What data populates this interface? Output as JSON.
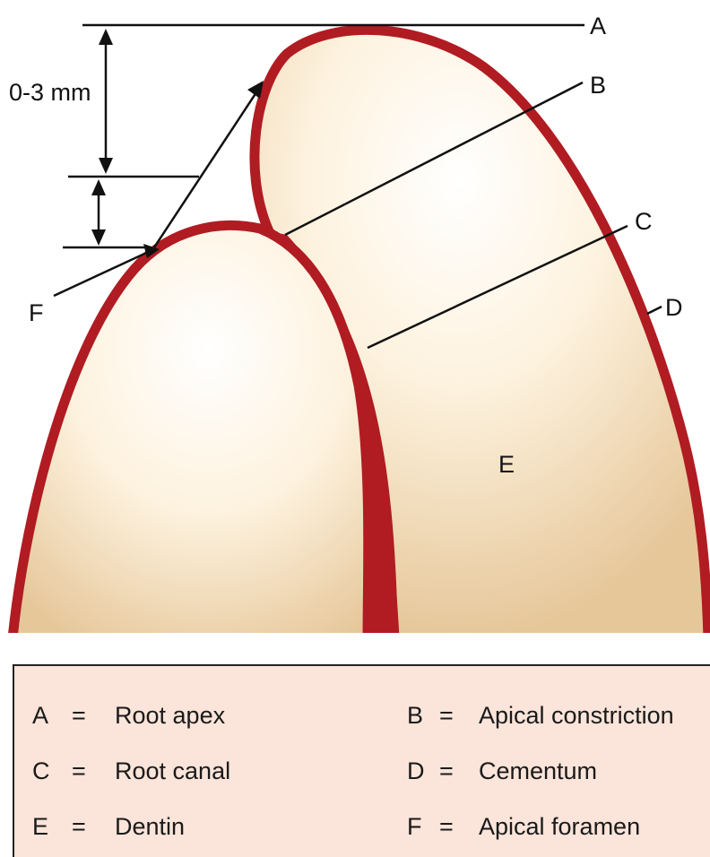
{
  "diagram": {
    "dimension_label": "0-3 mm",
    "markers": {
      "A": "A",
      "B": "B",
      "C": "C",
      "D": "D",
      "E": "E",
      "F": "F"
    },
    "colors": {
      "outline": "#b01c22",
      "tissue_light": "#fffbf0",
      "tissue_dark": "#ecd2a8",
      "line": "#111111"
    }
  },
  "legend": {
    "separator": "=",
    "items": [
      {
        "key": "A",
        "text": "Root apex"
      },
      {
        "key": "B",
        "text": "Apical constriction"
      },
      {
        "key": "C",
        "text": "Root canal"
      },
      {
        "key": "D",
        "text": "Cementum"
      },
      {
        "key": "E",
        "text": "Dentin"
      },
      {
        "key": "F",
        "text": "Apical foramen"
      }
    ]
  }
}
